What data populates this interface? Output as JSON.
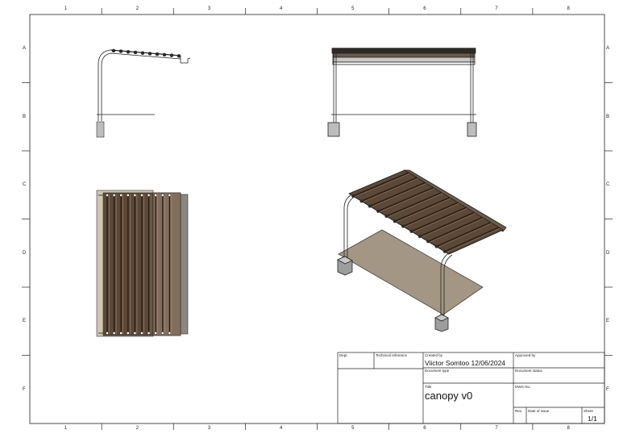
{
  "drawing": {
    "column_labels": [
      "1",
      "2",
      "3",
      "4",
      "5",
      "6",
      "7",
      "8"
    ],
    "row_labels": [
      "A",
      "B",
      "C",
      "D",
      "E",
      "F"
    ]
  },
  "title_block": {
    "dept_label": "Dept.",
    "tech_ref_label": "Technical reference",
    "created_by_label": "Created by",
    "created_by_value": "Viictor Somtoo  12/06/2024",
    "approved_by_label": "Approved by",
    "document_type_label": "Document type",
    "document_status_label": "Document status",
    "title_label": "Title",
    "title_value": "canopy v0",
    "dwg_no_label": "DWG No.",
    "rev_label": "Rev.",
    "date_of_issue_label": "Date of issue",
    "sheet_label": "Sheet",
    "sheet_value": "1/1"
  },
  "colors": {
    "line": "#222222",
    "canopy_dark": "#4a3a2c",
    "canopy_mid": "#6b5a4a",
    "panel_tan": "#cfc6b4",
    "panel_grey": "#8c8680",
    "base_block": "#bdbdbd",
    "slab": "#a39684"
  }
}
